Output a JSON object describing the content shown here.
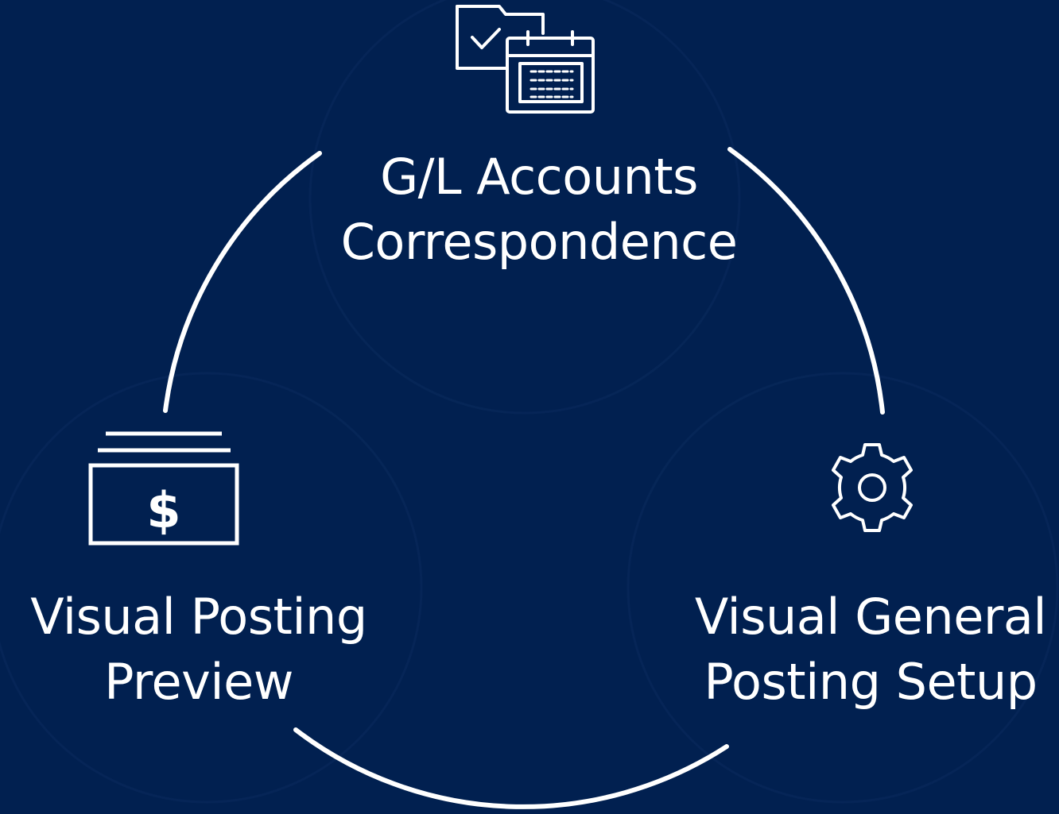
{
  "colors": {
    "background": "#012050",
    "foreground": "#ffffff"
  },
  "nodes": {
    "top": {
      "icon": "folder-calendar-icon",
      "line1": "G/L Accounts",
      "line2": "Correspondence"
    },
    "left": {
      "icon": "money-stack-icon",
      "line1": "Visual Posting",
      "line2": "Preview"
    },
    "right": {
      "icon": "gear-icon",
      "line1": "Visual General",
      "line2": "Posting Setup"
    }
  }
}
